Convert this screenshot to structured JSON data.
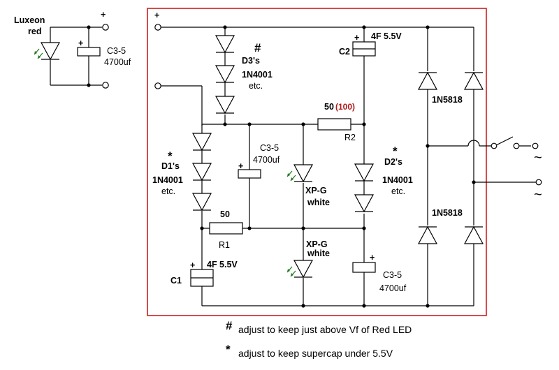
{
  "colors": {
    "frame": "#cc1f1f",
    "highlight": "#b01818",
    "wire": "#000000",
    "led_ray": "#1a7a1a"
  },
  "labels": {
    "luxeon_line1": "Luxeon",
    "luxeon_line2": "red",
    "plus_left": "+",
    "plus_frame": "+",
    "c_top_left_name": "C3-5",
    "c_top_left_value": "4700uf",
    "d3_mark": "#",
    "d3_name": "D3's",
    "d3_part": "1N4001",
    "d3_etc": "etc.",
    "c2_value": "4F 5.5V",
    "c2_name": "C2",
    "r2_value": "50",
    "r2_alt_value": "(100)",
    "r2_name": "R2",
    "bridge_diode_top": "1N5818",
    "bridge_diode_bottom": "1N5818",
    "d1_mark": "*",
    "d1_name": "D1's",
    "d1_part": "1N4001",
    "d1_etc": "etc.",
    "c_mid_name": "C3-5",
    "c_mid_value": "4700uf",
    "led_top_name": "XP-G",
    "led_top_color": "white",
    "led_bottom_name": "XP-G",
    "led_bottom_color": "white",
    "d2_mark": "*",
    "d2_name": "D2's",
    "d2_part": "1N4001",
    "d2_etc": "etc.",
    "r1_value": "50",
    "r1_name": "R1",
    "c1_value": "4F 5.5V",
    "c1_name": "C1",
    "c_bottom_name": "C3-5",
    "c_bottom_value": "4700uf",
    "ac_input_top": "~",
    "ac_input_bottom": "~"
  },
  "notes": [
    {
      "mark": "#",
      "text": "adjust to keep just above Vf of Red LED"
    },
    {
      "mark": "*",
      "text": "adjust to keep supercap under 5.5V"
    }
  ]
}
